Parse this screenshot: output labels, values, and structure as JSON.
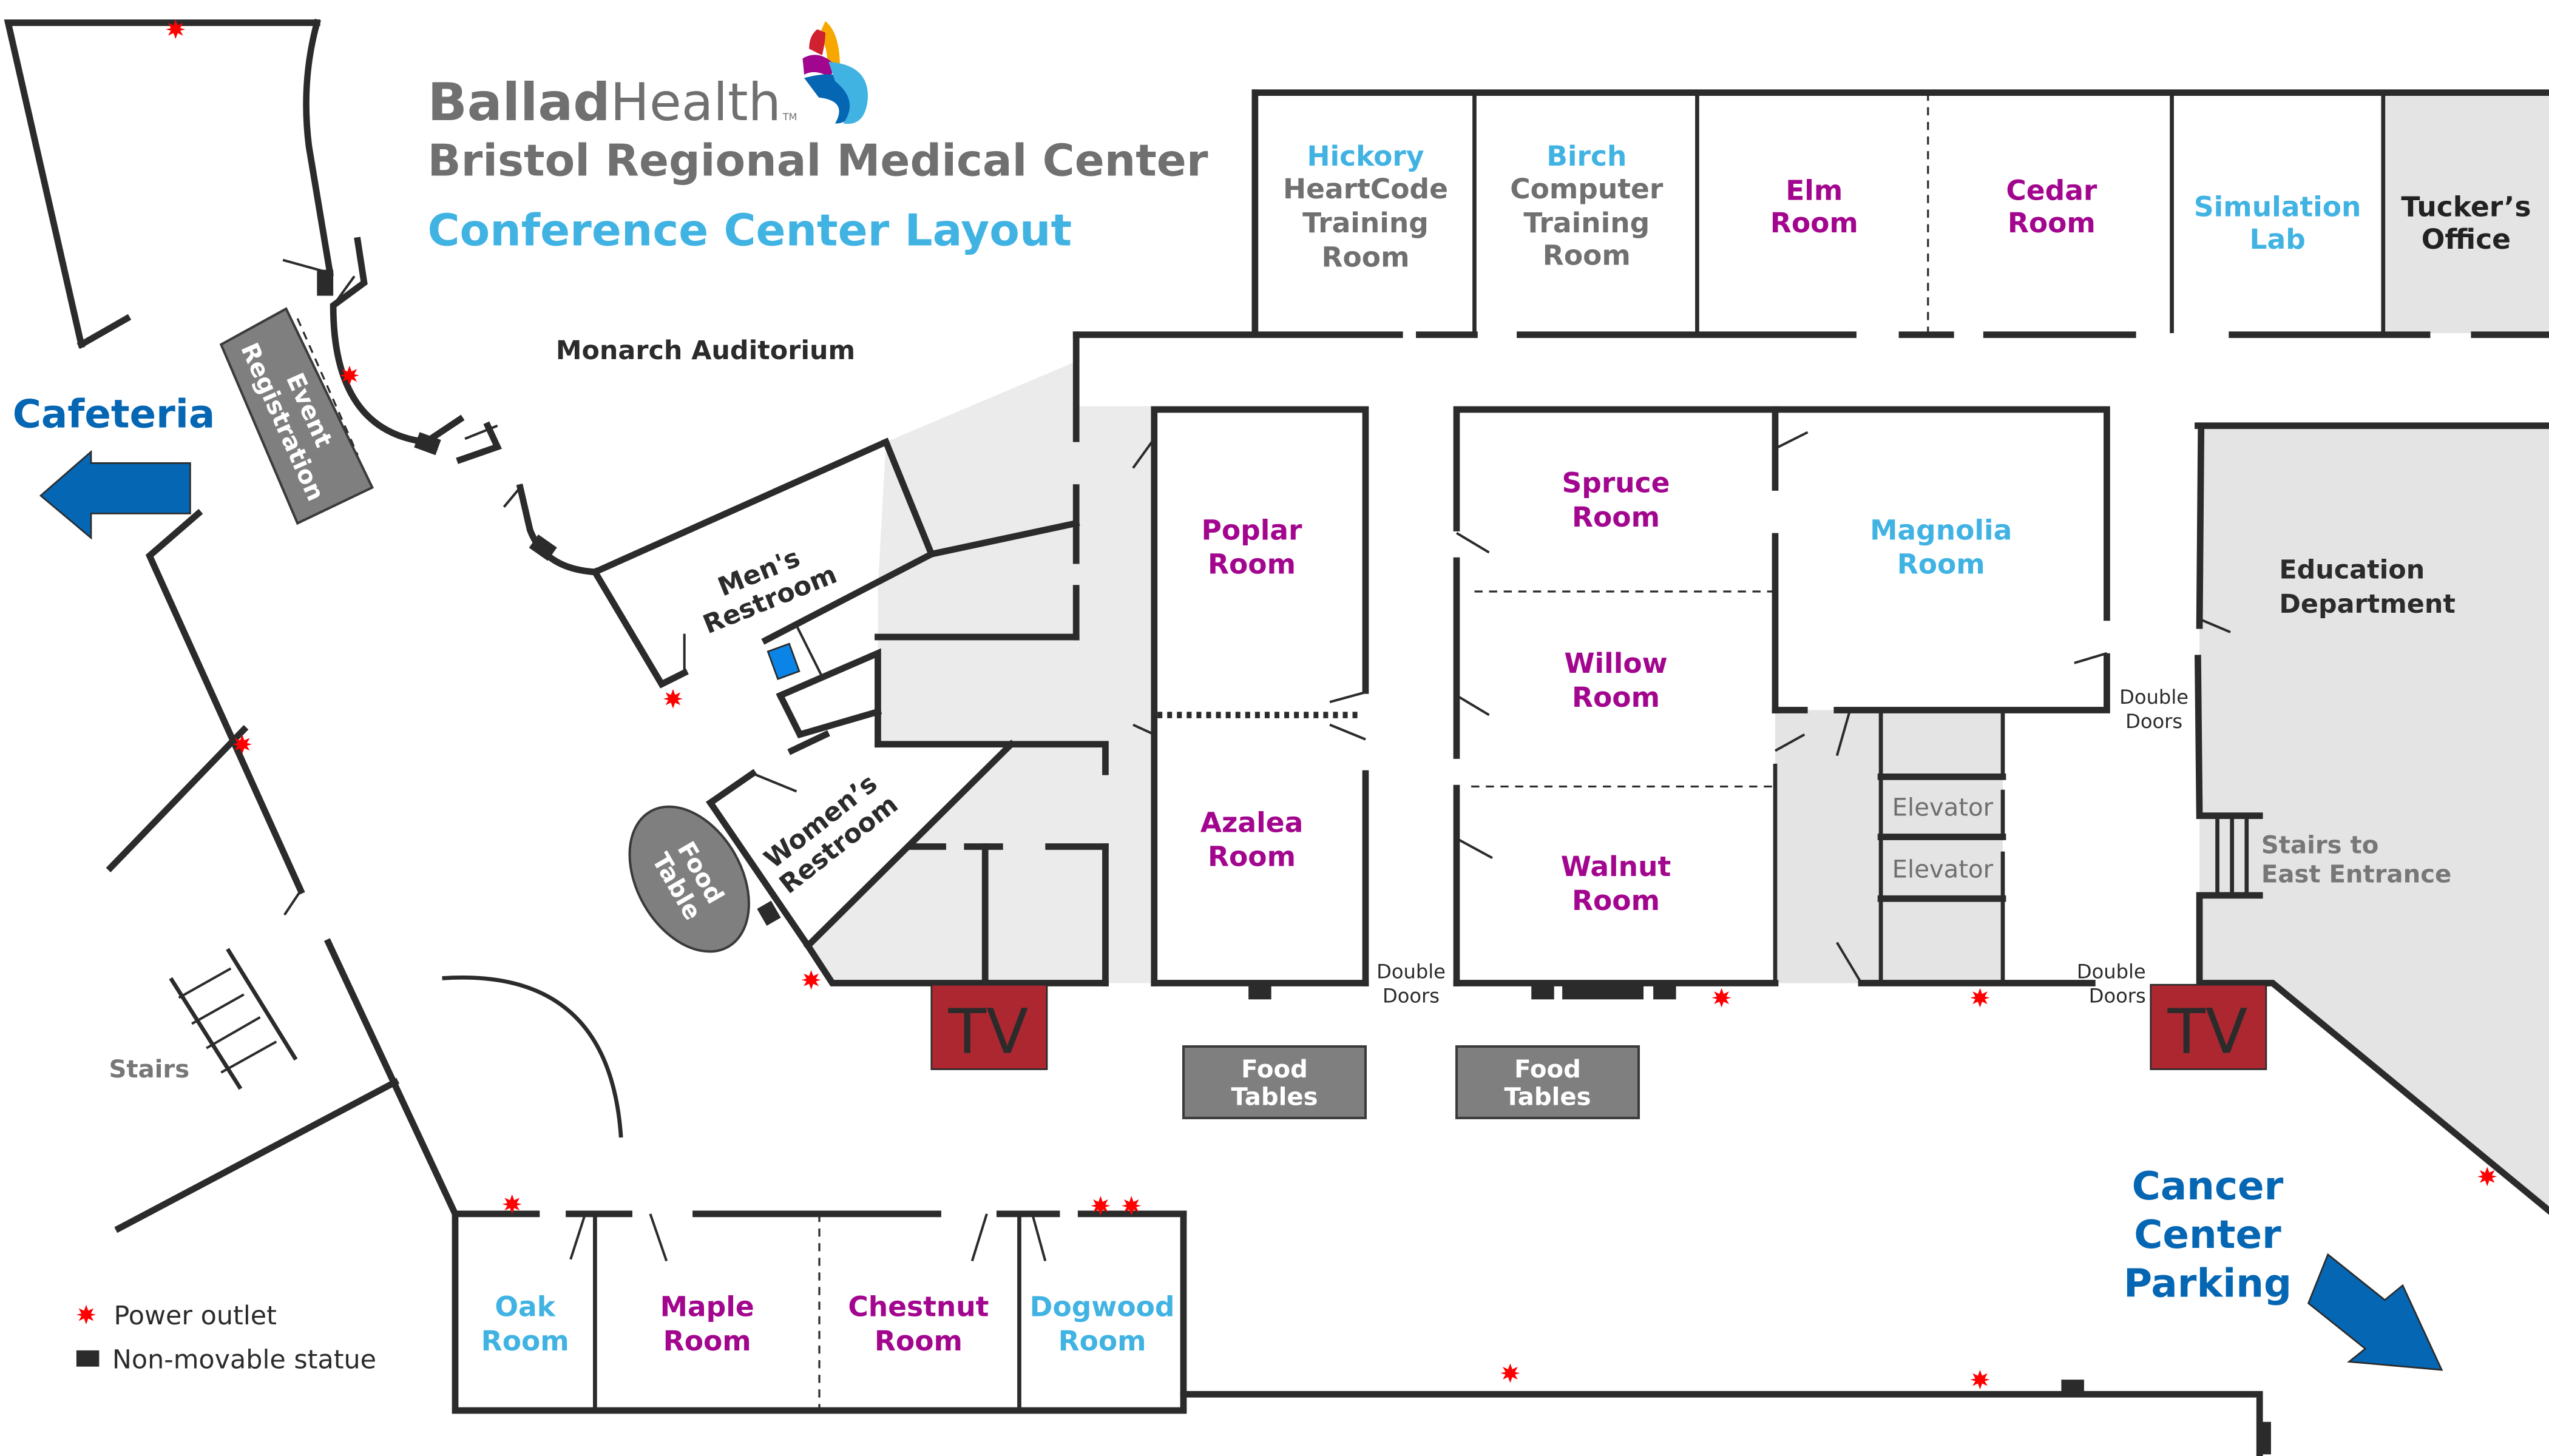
{
  "header": {
    "logo": {
      "brand_bold": "Ballad",
      "brand_light": "Health",
      "trademark": "TM"
    },
    "title": "Bristol Regional Medical Center",
    "subtitle": "Conference Center Layout"
  },
  "colors": {
    "room_magenta": "#a3068e",
    "room_blue": "#41b3e3",
    "direction_blue": "#0566b3",
    "tv_red": "#ad2731",
    "outlet_red": "#ff0000",
    "table_gray": "#7f7f7f",
    "shaded_area": "#ebebeb"
  },
  "directions": {
    "cafeteria": "Cafeteria",
    "cancer_center_parking": [
      "Cancer",
      "Center",
      "Parking"
    ]
  },
  "top_rooms": [
    {
      "name": "Hickory",
      "lines": [
        "HeartCode",
        "Training",
        "Room"
      ],
      "color": "blue"
    },
    {
      "name": "Birch",
      "lines": [
        "Computer",
        "Training",
        "Room"
      ],
      "color": "blue"
    },
    {
      "name": "Elm",
      "lines": [
        "Room"
      ],
      "color": "magenta"
    },
    {
      "name": "Cedar",
      "lines": [
        "Room"
      ],
      "color": "magenta"
    },
    {
      "name": "Simulation",
      "lines": [
        "Lab"
      ],
      "color": "blue"
    },
    {
      "name": "Tucker’s",
      "lines": [
        "Office"
      ],
      "color": "dark"
    }
  ],
  "center_rooms": {
    "poplar": [
      "Poplar",
      "Room"
    ],
    "azalea": [
      "Azalea",
      "Room"
    ],
    "spruce": [
      "Spruce",
      "Room"
    ],
    "willow": [
      "Willow",
      "Room"
    ],
    "walnut": [
      "Walnut",
      "Room"
    ],
    "magnolia": [
      "Magnolia",
      "Room"
    ]
  },
  "bottom_rooms": {
    "oak": [
      "Oak",
      "Room"
    ],
    "maple": [
      "Maple",
      "Room"
    ],
    "chestnut": [
      "Chestnut",
      "Room"
    ],
    "dogwood": [
      "Dogwood",
      "Room"
    ]
  },
  "areas": {
    "monarch_auditorium": "Monarch Auditorium",
    "event_registration": [
      "Event",
      "Registration"
    ],
    "mens_restroom": [
      "Men's",
      "Restroom"
    ],
    "womens_restroom": [
      "Women’s",
      "Restroom"
    ],
    "food_table": [
      "Food",
      "Table"
    ],
    "education_department": [
      "Education",
      "Department"
    ],
    "stairs_east": [
      "Stairs to",
      "East Entrance"
    ],
    "stairs": "Stairs",
    "elevator_1": "Elevator",
    "elevator_2": "Elevator"
  },
  "fixtures": {
    "tv_label": "TV",
    "food_tables_1": [
      "Food",
      "Tables"
    ],
    "food_tables_2": [
      "Food",
      "Tables"
    ],
    "double_doors_1": [
      "Double",
      "Doors"
    ],
    "double_doors_2": [
      "Double",
      "Doors"
    ],
    "double_doors_3": [
      "Double",
      "Doors"
    ]
  },
  "legend": {
    "power_outlet": "Power outlet",
    "statue": "Non-movable statue"
  }
}
